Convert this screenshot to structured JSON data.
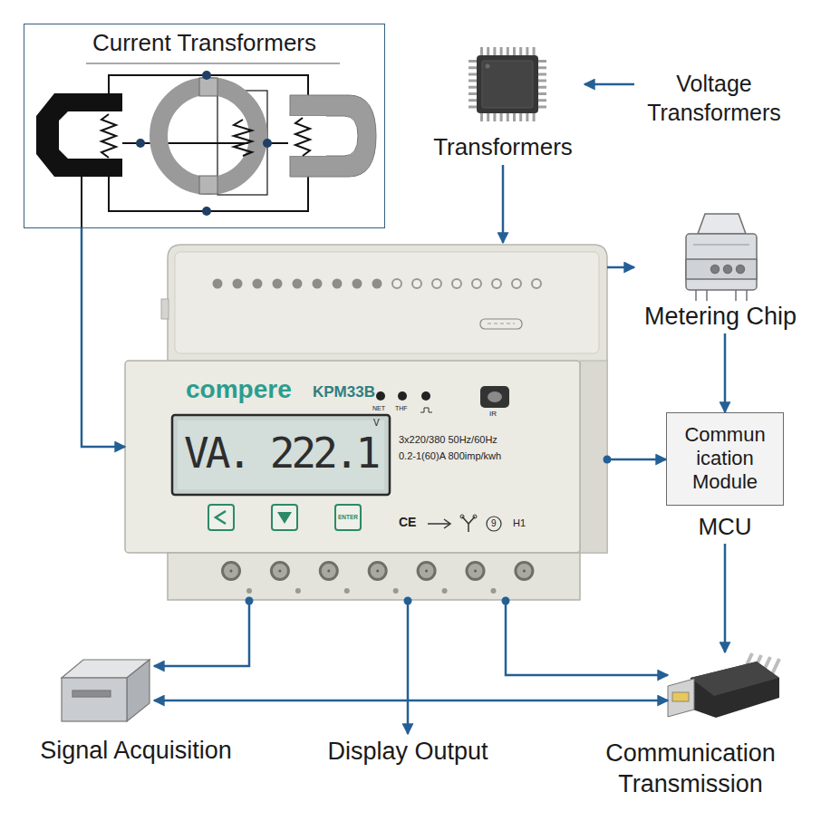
{
  "diagram": {
    "nodes": [
      {
        "text": [
          "Current Transformers"
        ]
      },
      {
        "text": [
          "Transformers"
        ]
      },
      {
        "text": [
          "Voltage Transformers"
        ]
      },
      {
        "text": [
          "compere",
          "KPM33B"
        ]
      },
      {
        "text": [
          "Metering Chip"
        ]
      },
      {
        "text": [
          "Commun ication Module",
          "MCU"
        ]
      },
      {
        "text": [
          "Signal Acquisition"
        ]
      },
      {
        "text": [
          "Display Output"
        ]
      },
      {
        "text": [
          "Communication Transmission"
        ]
      }
    ],
    "edges": [
      {
        "from": 0,
        "to": 3,
        "arrow": "to"
      },
      {
        "from": 2,
        "to": 1,
        "arrow": "to"
      },
      {
        "from": 1,
        "to": 3,
        "arrow": "to"
      },
      {
        "from": 3,
        "to": 4,
        "arrow": "to"
      },
      {
        "from": 4,
        "to": 5,
        "arrow": "to"
      },
      {
        "from": 3,
        "to": 5,
        "arrow": "to"
      },
      {
        "from": 5,
        "to": 8,
        "arrow": "to"
      },
      {
        "from": 3,
        "to": 6,
        "arrow": "to"
      },
      {
        "from": 3,
        "to": 7,
        "arrow": "to"
      },
      {
        "from": 3,
        "to": 8,
        "arrow": "to"
      },
      {
        "from": 6,
        "to": 8,
        "arrow": "both"
      }
    ],
    "labels": [
      "VA. 222.1",
      "V",
      "NET",
      "THF",
      "IR",
      "3x220/380 50Hz/60Hz",
      "0.2-1(60)A 800imp/kwh",
      "ENTER",
      "CE",
      "9",
      "H1"
    ]
  }
}
